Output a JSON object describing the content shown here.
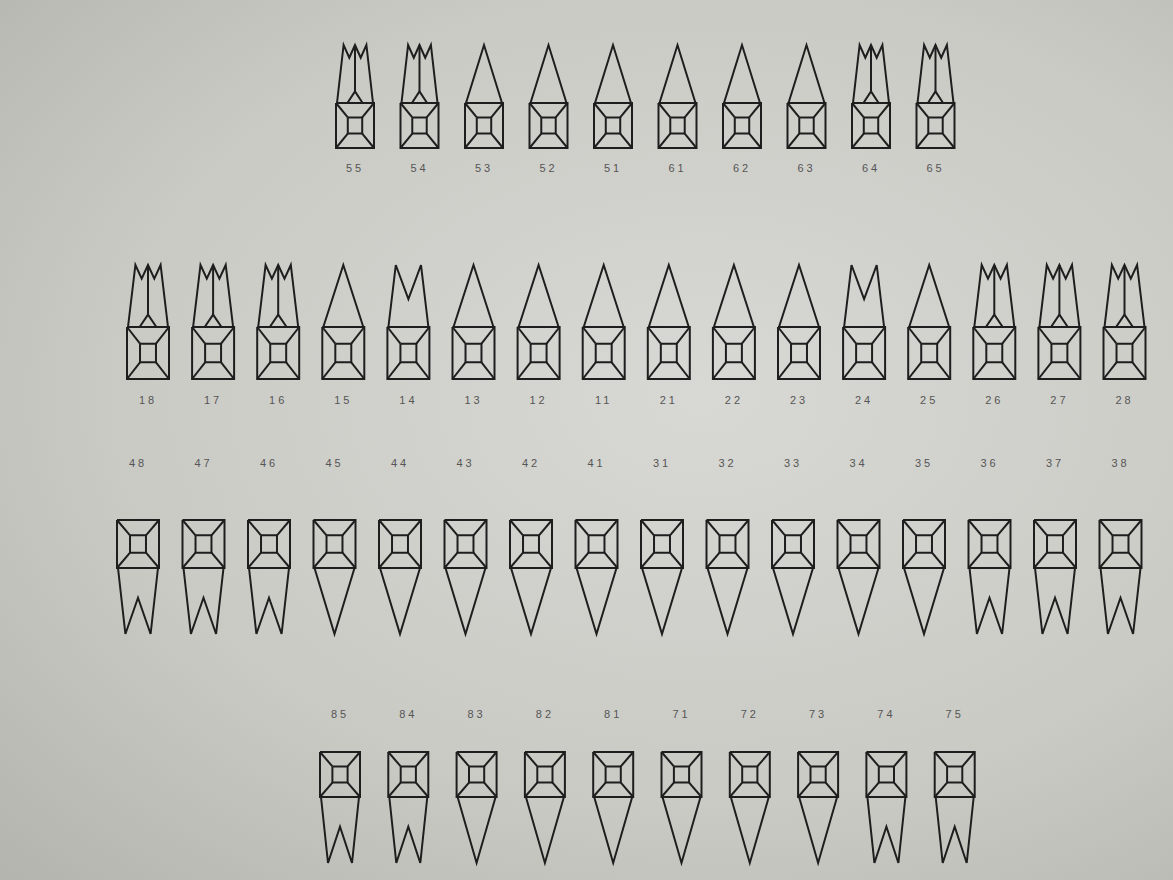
{
  "diagram": {
    "labels": [
      "55",
      "54",
      "53",
      "52",
      "51",
      "61",
      "62",
      "63",
      "64",
      "65",
      "18",
      "17",
      "16",
      "15",
      "14",
      "13",
      "12",
      "11",
      "21",
      "22",
      "23",
      "24",
      "25",
      "26",
      "27",
      "28",
      "48",
      "47",
      "46",
      "45",
      "44",
      "43",
      "42",
      "41",
      "31",
      "32",
      "33",
      "34",
      "35",
      "36",
      "37",
      "38",
      "85",
      "84",
      "83",
      "82",
      "81",
      "71",
      "72",
      "73",
      "74",
      "75"
    ]
  }
}
